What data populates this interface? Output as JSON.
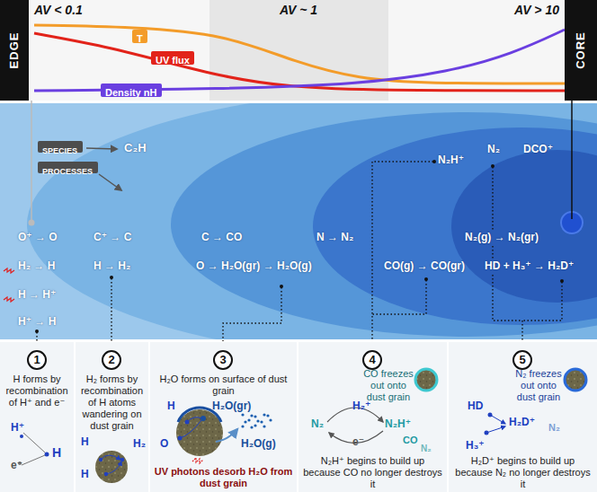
{
  "diagram": {
    "nodes": [
      {
        "text": [
          "EDGE"
        ]
      },
      {
        "text": [
          "CORE"
        ]
      },
      {
        "text": [
          "T"
        ]
      },
      {
        "text": [
          "UV flux"
        ]
      },
      {
        "text": [
          "Density nH"
        ]
      },
      {
        "text": [
          "SPECIES"
        ]
      },
      {
        "text": [
          "PROCESSES"
        ]
      },
      {
        "text": [
          "H forms by recombination of H⁺ and e⁻"
        ]
      },
      {
        "text": [
          "1"
        ],
        "in": 7
      },
      {
        "text": [
          "H₂ forms by recombination of H atoms wandering on dust grain"
        ]
      },
      {
        "text": [
          "2"
        ],
        "in": 9
      },
      {
        "text": [
          "H₂O forms on surface of dust grain",
          "UV photons desorb H₂O from dust grain"
        ]
      },
      {
        "text": [
          "3"
        ],
        "in": 11
      },
      {
        "text": [
          "CO freezes out onto dust grain",
          "N₂H⁺ begins to build up because CO no longer destroys it"
        ]
      },
      {
        "text": [
          "4"
        ],
        "in": 13
      },
      {
        "text": [
          "N₂ freezes out onto dust grain",
          "H₂D⁺ begins to build up because N₂ no longer destroys it"
        ]
      },
      {
        "text": [
          "5"
        ],
        "in": 15
      }
    ],
    "labels": [
      "AV < 0.1",
      "AV ~ 1",
      "AV > 10",
      "C₂H",
      "O⁺ → O",
      "H₂ → H",
      "H → H⁺",
      "H⁺ → H",
      "C⁺ → C",
      "H → H₂",
      "C → CO",
      "O → H₂O(gr) → H₂O(g)",
      "N → N₂",
      "N₂H⁺",
      "N₂",
      "DCO⁺",
      "N₂(g) → N₂(gr)",
      "CO(g) → CO(gr)",
      "HD + H₃⁺ → H₂D⁺",
      "H⁺",
      "e⁻",
      "H",
      "H",
      "H",
      "H₂",
      "H",
      "H₂O(gr)",
      "O",
      "H₂O(g)",
      "H₂⁺",
      "N₂",
      "N₂H⁺",
      "e⁻",
      "CO",
      "N₂",
      "HD",
      "H₂D⁺",
      "H₃⁺",
      "N₂"
    ]
  }
}
